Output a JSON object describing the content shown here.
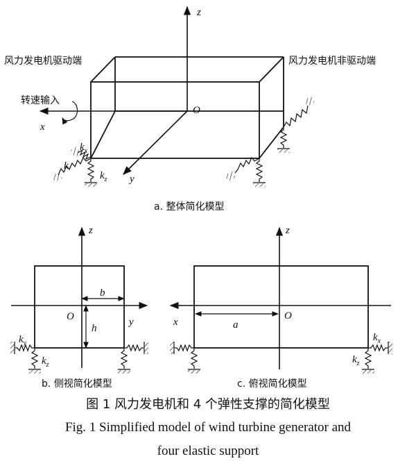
{
  "panel_a": {
    "label_drive_end": "风力发电机驱动端",
    "label_nondrive_end": "风力发电机非驱动端",
    "label_speed_input": "转速输入",
    "axis_z": "z",
    "axis_x": "x",
    "axis_y": "y",
    "origin": "O",
    "spring_k": "k",
    "spring_kx_sub": "x",
    "spring_kz_sub": "z",
    "caption": "a. 整体简化模型"
  },
  "panel_b": {
    "axis_z": "z",
    "axis_y": "y",
    "origin": "O",
    "dim_b": "b",
    "dim_h": "h",
    "spring_k": "k",
    "spring_ky_sub": "y",
    "spring_kz_sub": "z",
    "caption": "b. 侧视简化模型"
  },
  "panel_c": {
    "axis_z": "z",
    "axis_x": "x",
    "origin": "O",
    "dim_a": "a",
    "spring_k": "k",
    "spring_kx_sub": "x",
    "spring_kz_sub": "z",
    "caption": "c. 俯视简化模型"
  },
  "figure": {
    "caption_cn": "图 1  风力发电机和 4 个弹性支撑的简化模型",
    "caption_en_line1": "Fig. 1  Simplified model of wind turbine generator and",
    "caption_en_line2": "four elastic support"
  }
}
